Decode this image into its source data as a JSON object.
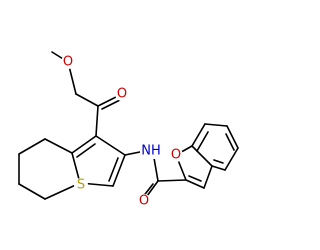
{
  "atoms": {
    "ester_o_single": {
      "text": "O",
      "color": "#cc0000"
    },
    "ester_o_double": {
      "text": "O",
      "color": "#cc0000"
    },
    "amide_nh": {
      "text": "NH",
      "color": "#0000cc"
    },
    "amide_o": {
      "text": "O",
      "color": "#cc0000"
    },
    "thiophene_s": {
      "text": "S",
      "color": "#b8a000"
    },
    "furan_o": {
      "text": "O",
      "color": "#cc0000"
    }
  },
  "colors": {
    "bond": "#000000",
    "background": "#ffffff"
  }
}
